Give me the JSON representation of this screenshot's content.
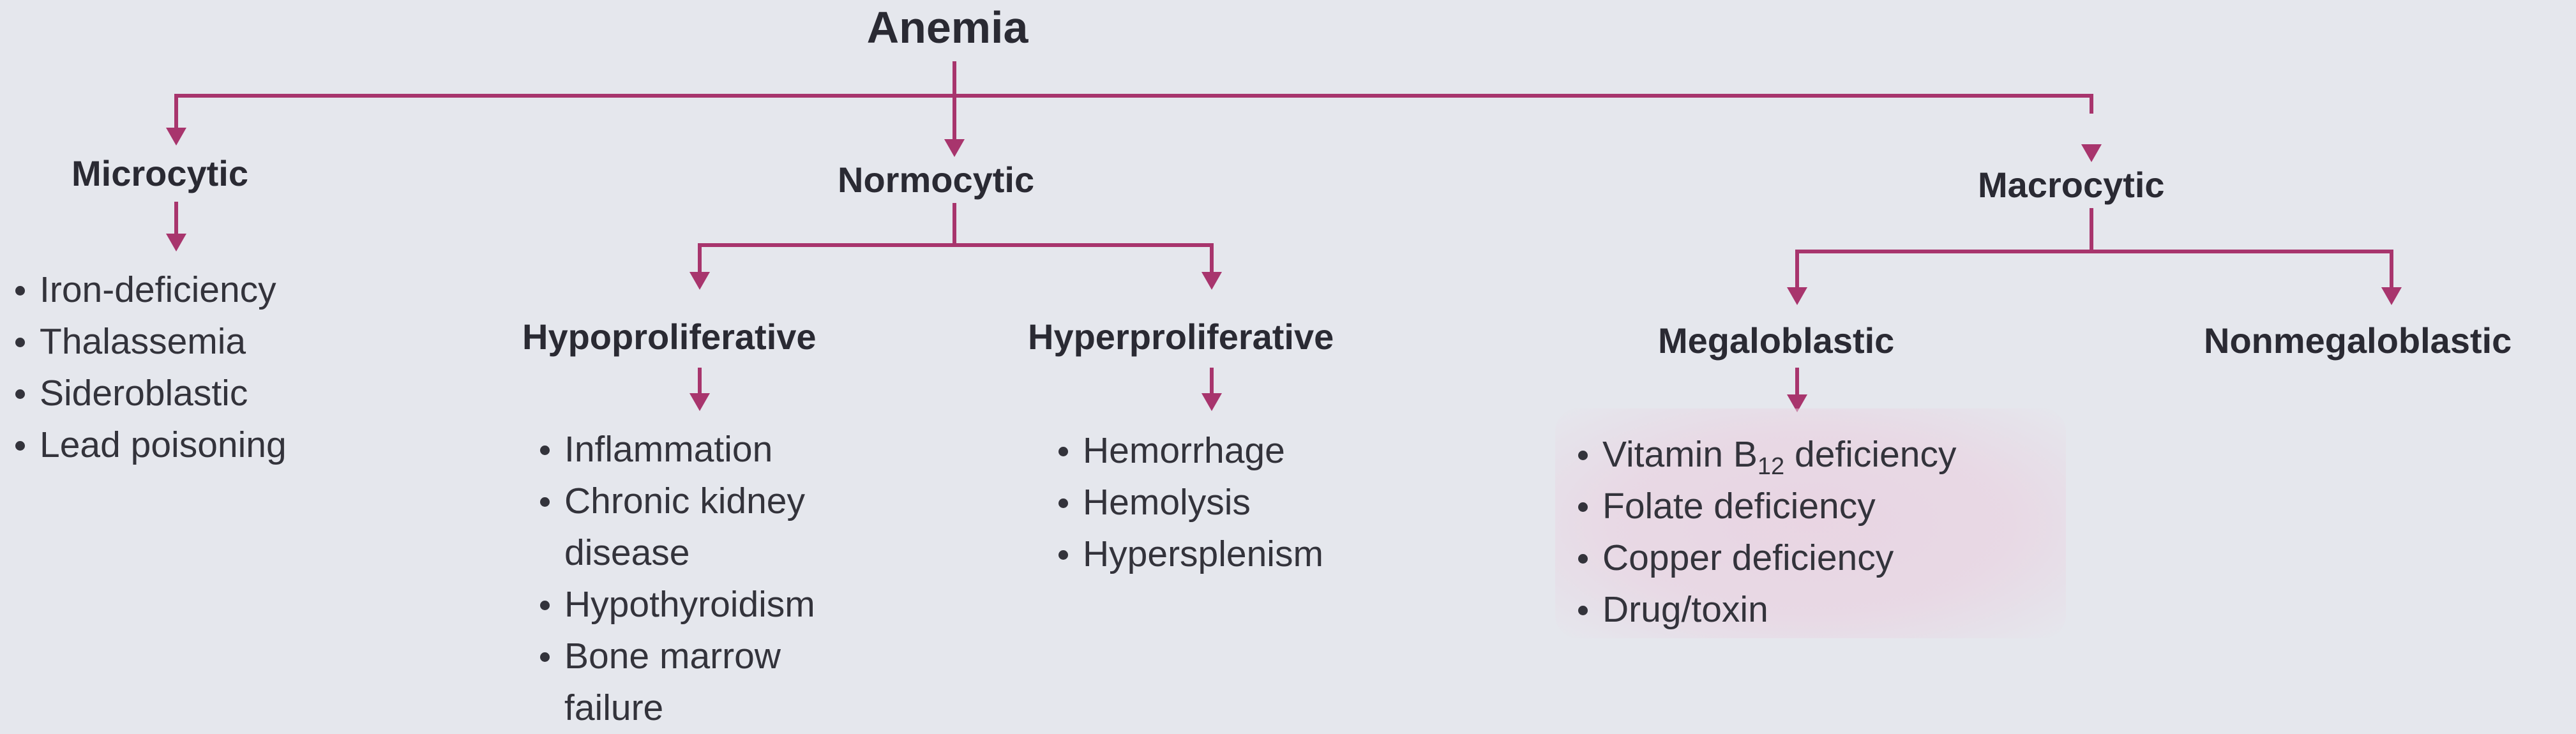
{
  "title": "Anemia",
  "categories": {
    "microcytic": {
      "label": "Microcytic",
      "causes": [
        "Iron-deficiency",
        "Thalassemia",
        "Sideroblastic",
        "Lead poisoning"
      ]
    },
    "normocytic": {
      "label": "Normocytic",
      "hypoproliferative": {
        "label": "Hypoproliferative",
        "causes": [
          "Inflammation",
          "Chronic kidney",
          "disease",
          "Hypothyroidism",
          "Bone marrow",
          "failure"
        ]
      },
      "hyperproliferative": {
        "label": "Hyperproliferative",
        "causes": [
          "Hemorrhage",
          "Hemolysis",
          "Hypersplenism"
        ]
      }
    },
    "macrocytic": {
      "label": "Macrocytic",
      "megaloblastic": {
        "label": "Megaloblastic",
        "vitamin_text": "Vitamin B",
        "vitamin_sub": "12",
        "vitamin_suffix": " deficiency",
        "causes": [
          "Folate deficiency",
          "Copper deficiency",
          "Drug/toxin"
        ]
      },
      "nonmegaloblastic": {
        "label": "Nonmegaloblastic"
      }
    }
  },
  "colors": {
    "connector": "#a8356d",
    "background": "#e5e7ed",
    "text": "#2a2a33"
  }
}
